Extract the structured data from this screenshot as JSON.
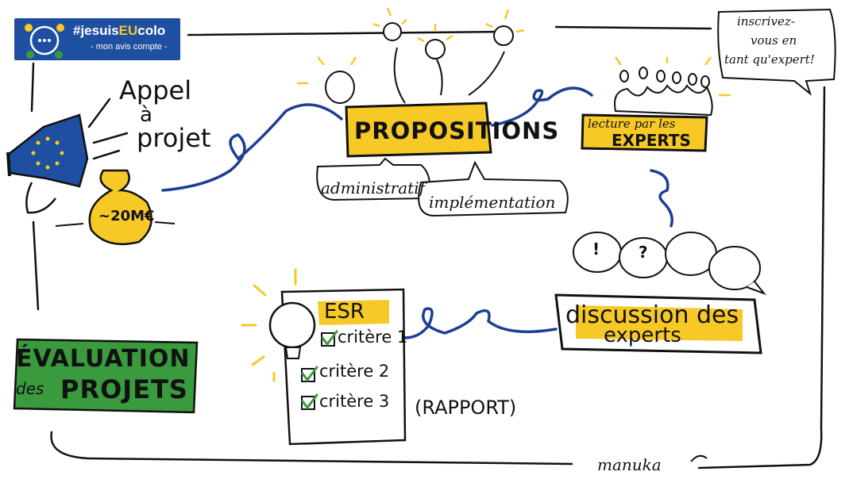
{
  "logo": {
    "hashtag_pre": "#jesuis",
    "hashtag_eu": "EU",
    "hashtag_post": "colo",
    "subtitle": "- mon avis compte -"
  },
  "speech_bubble": {
    "line1": "inscrivez-",
    "line2": "vous en",
    "line3": "tant qu'expert!"
  },
  "appel": {
    "line1": "Appel",
    "line2": "à",
    "line3": "projet"
  },
  "budget": "~20M€",
  "propositions": "PROPOSITIONS",
  "sub_bubbles": {
    "administratif": "administratif",
    "implementation": "implémentation"
  },
  "lecture": {
    "line1": "lecture par les",
    "line2": "EXPERTS"
  },
  "discussion": {
    "line1": "discussion des",
    "line2": "experts"
  },
  "discussion_marks": [
    "!",
    "?"
  ],
  "esr": {
    "title": "ESR",
    "criteria": [
      "critère 1",
      "critère 2",
      "critère 3"
    ],
    "note": "(RAPPORT)"
  },
  "evaluation": {
    "line1": "ÉVALUATION",
    "line2_small": "des",
    "line2_big": "PROJETS"
  },
  "signature": "manuka",
  "colors": {
    "yellow": "#f6c927",
    "blue": "#1c3f94",
    "green": "#3a9a3e",
    "eu_blue": "#1f4fa0",
    "ink": "#111111"
  }
}
